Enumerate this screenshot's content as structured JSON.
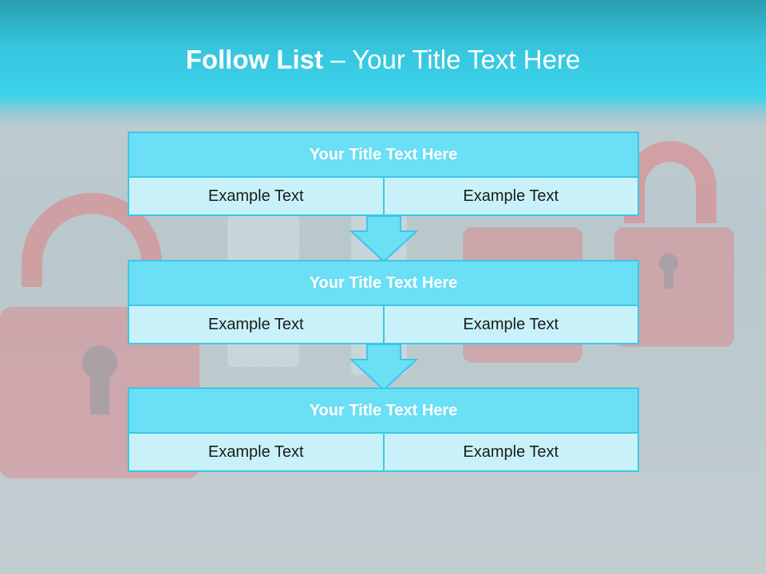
{
  "slide": {
    "title_bold": "Follow List",
    "title_rest": " – Your Title Text Here"
  },
  "steps": [
    {
      "title": "Your Title Text Here",
      "left": "Example Text",
      "right": "Example Text"
    },
    {
      "title": "Your Title Text Here",
      "left": "Example Text",
      "right": "Example Text"
    },
    {
      "title": "Your Title Text Here",
      "left": "Example Text",
      "right": "Example Text"
    }
  ],
  "colors": {
    "header_band": "#36c4dc",
    "block_title_fill": "#6adff5",
    "block_cell_fill": "#c9f1fa",
    "border": "#3ec6e6",
    "arrow": "#6adff5",
    "lock_tint": "#e88b8b"
  },
  "background": {
    "theme": "padlock-cyber-security",
    "icons": [
      "open-padlock-icon",
      "padlock-icon"
    ]
  }
}
